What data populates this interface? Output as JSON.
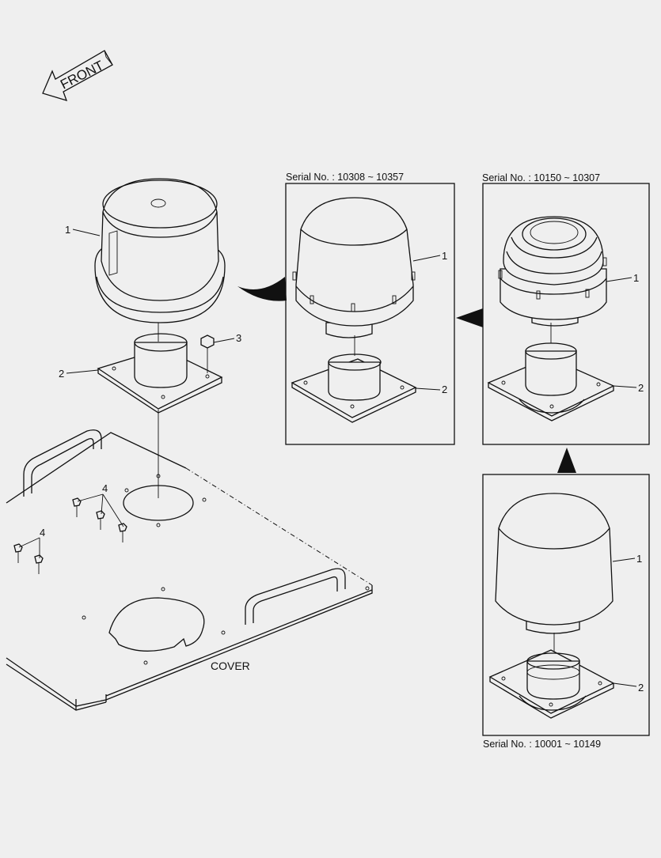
{
  "front_label": "FRONT",
  "cover_label": "COVER",
  "callouts": {
    "main_filter": "1",
    "main_adapter": "2",
    "main_bolt": "3",
    "nuts_upper": "4",
    "nuts_lower": "4",
    "inset_a_filter": "1",
    "inset_a_adapter": "2",
    "inset_b_filter": "1",
    "inset_b_adapter": "2",
    "inset_c_filter": "1",
    "inset_c_adapter": "2"
  },
  "insets": {
    "a": {
      "serial": "Serial No. : 10308 ~ 10357"
    },
    "b": {
      "serial": "Serial No. : 10150 ~ 10307"
    },
    "c": {
      "serial": "Serial No. : 10001 ~ 10149"
    }
  }
}
